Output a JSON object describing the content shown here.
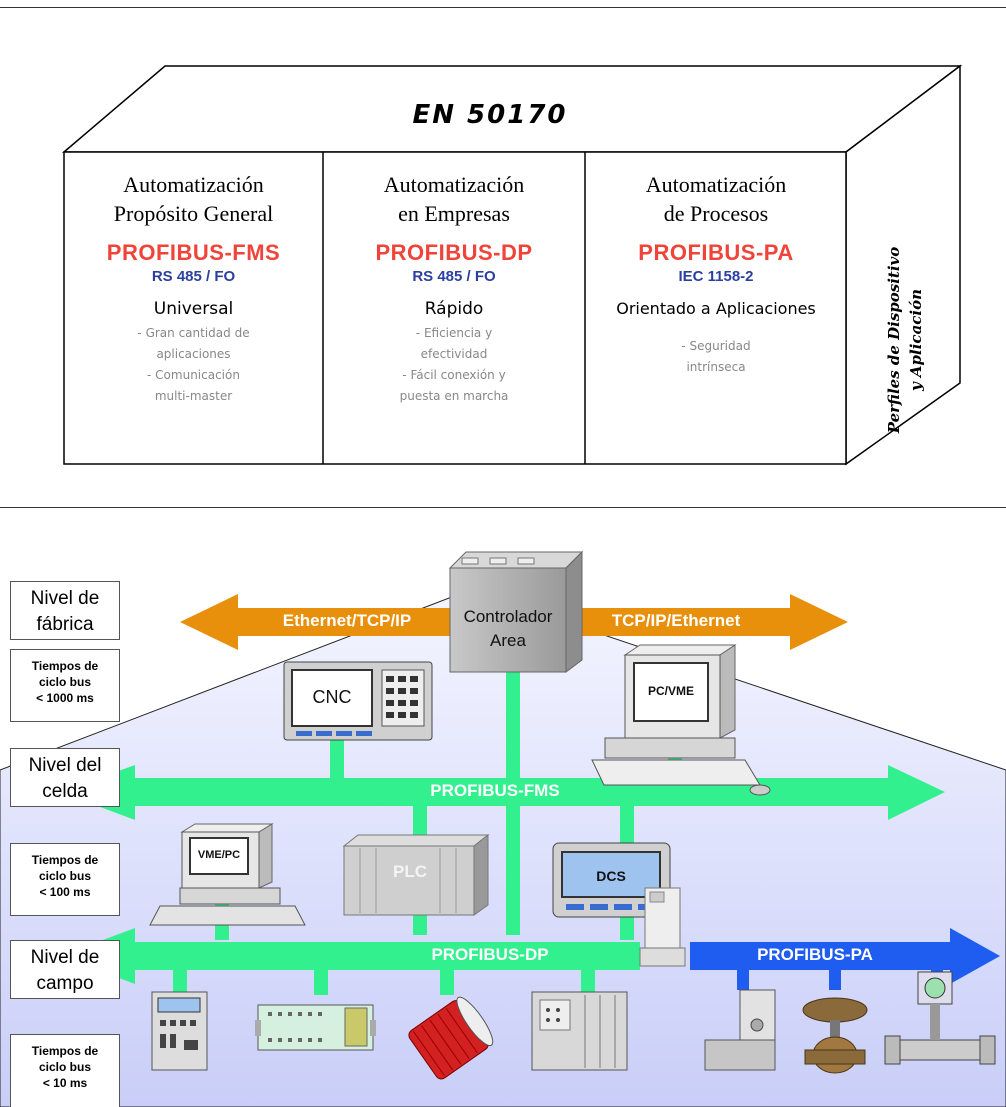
{
  "standard": {
    "title": "EN 50170"
  },
  "columns": [
    {
      "title_line1": "Automatización",
      "title_line2": "Propósito General",
      "protocol": "PROFIBUS-FMS",
      "physical": "RS 485 / FO",
      "characteristic": "Universal",
      "features": [
        "- Gran cantidad de",
        "aplicaciones",
        "- Comunicación",
        "multi-master"
      ]
    },
    {
      "title_line1": "Automatización",
      "title_line2": "en Empresas",
      "protocol": "PROFIBUS-DP",
      "physical": "RS 485 / FO",
      "characteristic": "Rápido",
      "features": [
        "- Eficiencia y",
        "efectividad",
        "- Fácil conexión y",
        "puesta en marcha"
      ]
    },
    {
      "title_line1": "Automatización",
      "title_line2": "de Procesos",
      "protocol": "PROFIBUS-PA",
      "physical": "IEC 1158-2",
      "characteristic": "Orientado a Aplicaciones",
      "features": [
        "- Seguridad",
        "intrínseca"
      ]
    }
  ],
  "side_panel": {
    "line1": "Perfiles de Dispositivo",
    "line2": "y Aplicación"
  },
  "levels": [
    {
      "name_line1": "Nivel de",
      "name_line2": "fábrica",
      "time_line1": "Tiempos de",
      "time_line2": "ciclo bus",
      "time_line3": "< 1000 ms"
    },
    {
      "name_line1": "Nivel del",
      "name_line2": "celda",
      "time_line1": "Tiempos de",
      "time_line2": "ciclo bus",
      "time_line3": "< 100 ms"
    },
    {
      "name_line1": "Nivel de",
      "name_line2": "campo",
      "time_line1": "Tiempos de",
      "time_line2": "ciclo bus",
      "time_line3": "< 10 ms"
    }
  ],
  "buses": {
    "ethernet_left": "Ethernet/TCP/IP",
    "ethernet_right": "TCP/IP/Ethernet",
    "fms": "PROFIBUS-FMS",
    "dp": "PROFIBUS-DP",
    "pa": "PROFIBUS-PA"
  },
  "devices": {
    "controller_line1": "Controlador",
    "controller_line2": "Area",
    "cnc": "CNC",
    "pc_vme": "PC/VME",
    "vme_pc": "VME/PC",
    "plc": "PLC",
    "dcs": "DCS"
  },
  "colors": {
    "protocol_red": "#f0433a",
    "physical_blue": "#2b3fa0",
    "bus_green": "#33f08f",
    "ethernet_orange": "#e8900c",
    "pa_blue": "#1f5cf0"
  }
}
